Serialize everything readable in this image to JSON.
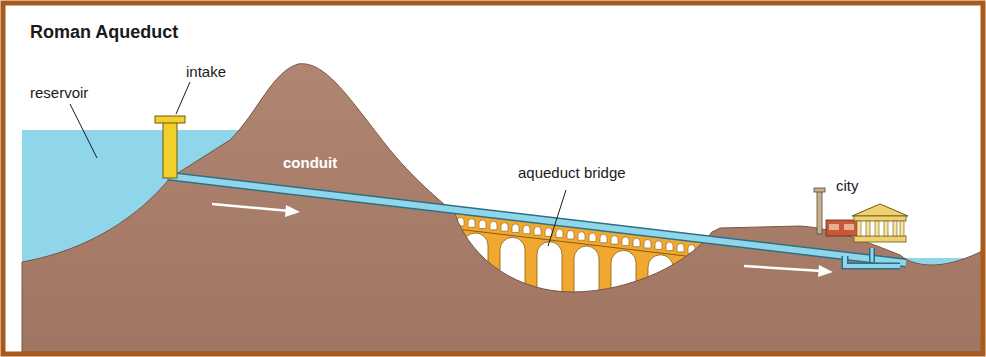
{
  "diagram": {
    "title": "Roman Aqueduct",
    "labels": [
      "reservoir",
      "intake",
      "conduit",
      "aqueduct bridge",
      "city"
    ]
  }
}
